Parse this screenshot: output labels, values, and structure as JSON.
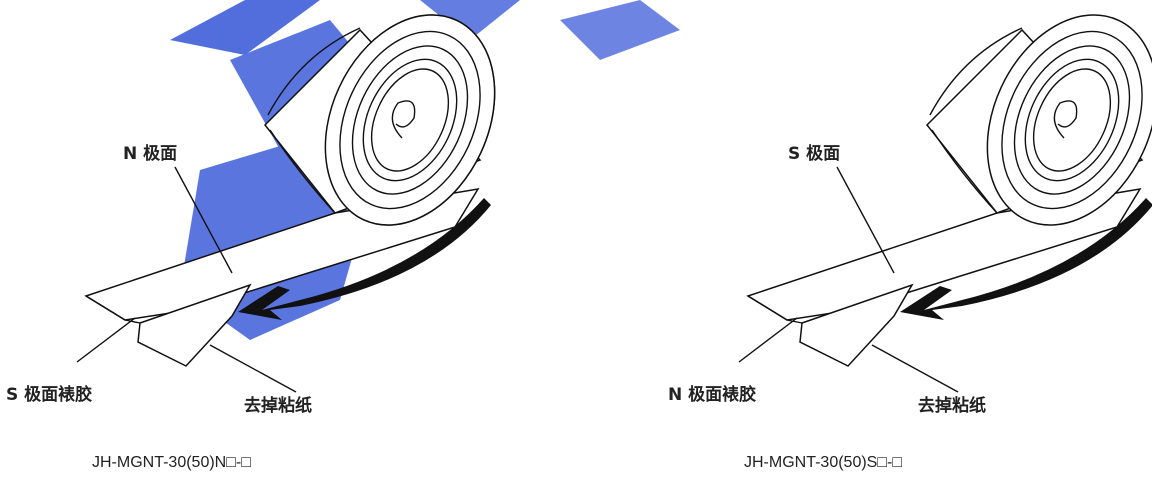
{
  "diagrams": [
    {
      "top_face_label": "N 极面",
      "adhesive_label": "S 极面裱胶",
      "remove_paper_label": "去掉粘纸",
      "model": "JH-MGNT-30(50)N□-□"
    },
    {
      "top_face_label": "S 极面",
      "adhesive_label": "N 极面裱胶",
      "remove_paper_label": "去掉粘纸",
      "model": "JH-MGNT-30(50)S□-□"
    }
  ],
  "colors": {
    "line": "#111111",
    "watermark": "#3f5ed8",
    "text": "#222222"
  }
}
